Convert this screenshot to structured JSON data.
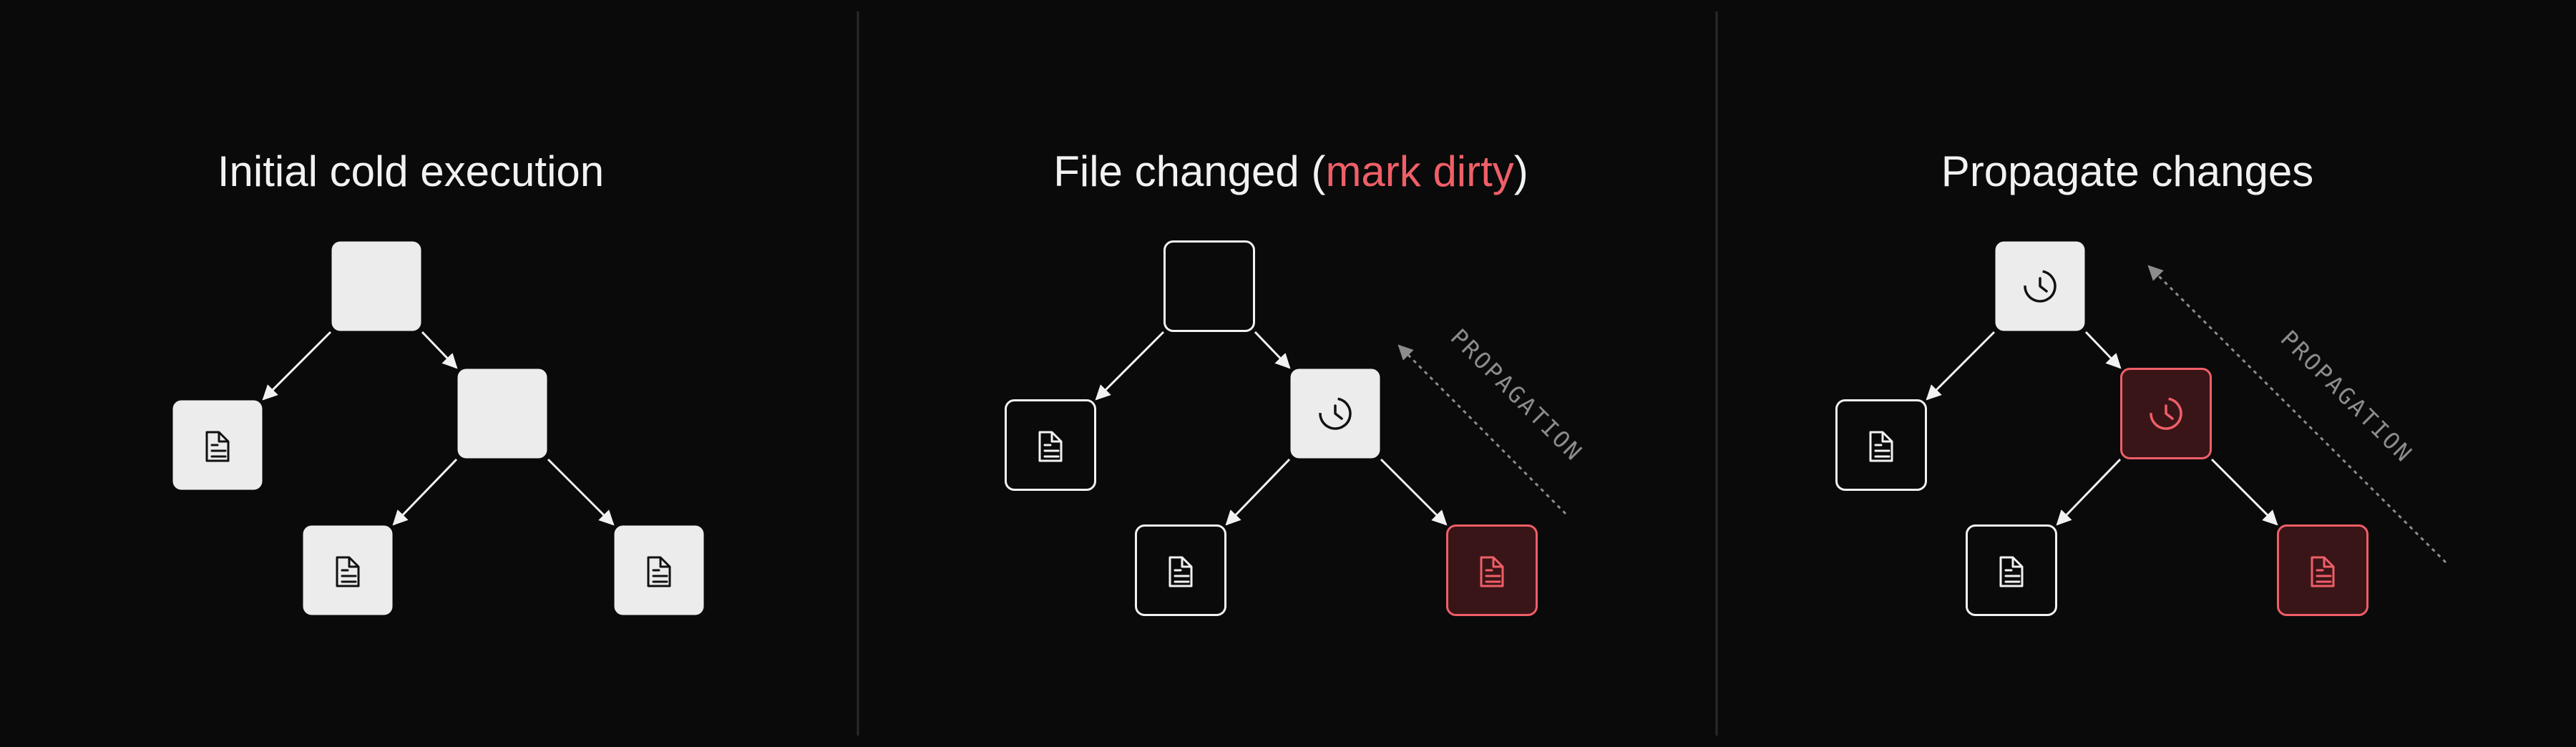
{
  "colors": {
    "background": "#0a0a0a",
    "node_fill": "#ececec",
    "outline": "#f2f2f2",
    "dirty_red": "#ef5f67",
    "dirty_fill": "#3a1518",
    "divider": "#2a2a2a",
    "propagation_gray": "#8c8c8c"
  },
  "panels": [
    {
      "title_plain": "Initial cold execution",
      "nodes": [
        {
          "id": "root",
          "style": "solid",
          "icon": "none"
        },
        {
          "id": "left-leaf",
          "style": "solid",
          "icon": "file-icon"
        },
        {
          "id": "middle",
          "style": "solid",
          "icon": "none"
        },
        {
          "id": "bottom-left",
          "style": "solid",
          "icon": "file-icon"
        },
        {
          "id": "bottom-right",
          "style": "solid",
          "icon": "file-icon"
        }
      ],
      "propagation": null
    },
    {
      "title_prefix": "File changed (",
      "title_accent": "mark dirty",
      "title_suffix": ")",
      "nodes": [
        {
          "id": "root",
          "style": "outline",
          "icon": "none"
        },
        {
          "id": "left-leaf",
          "style": "outline",
          "icon": "file-icon"
        },
        {
          "id": "middle",
          "style": "solid",
          "icon": "clock-icon"
        },
        {
          "id": "bottom-left",
          "style": "outline",
          "icon": "file-icon"
        },
        {
          "id": "bottom-right",
          "style": "dirty",
          "icon": "file-icon"
        }
      ],
      "propagation": {
        "label": "PROPAGATION"
      }
    },
    {
      "title_plain": "Propagate changes",
      "nodes": [
        {
          "id": "root",
          "style": "solid",
          "icon": "clock-icon"
        },
        {
          "id": "left-leaf",
          "style": "outline",
          "icon": "file-icon"
        },
        {
          "id": "middle",
          "style": "dirty",
          "icon": "clock-icon"
        },
        {
          "id": "bottom-left",
          "style": "outline",
          "icon": "file-icon"
        },
        {
          "id": "bottom-right",
          "style": "dirty",
          "icon": "file-icon"
        }
      ],
      "propagation": {
        "label": "PROPAGATION"
      }
    }
  ]
}
